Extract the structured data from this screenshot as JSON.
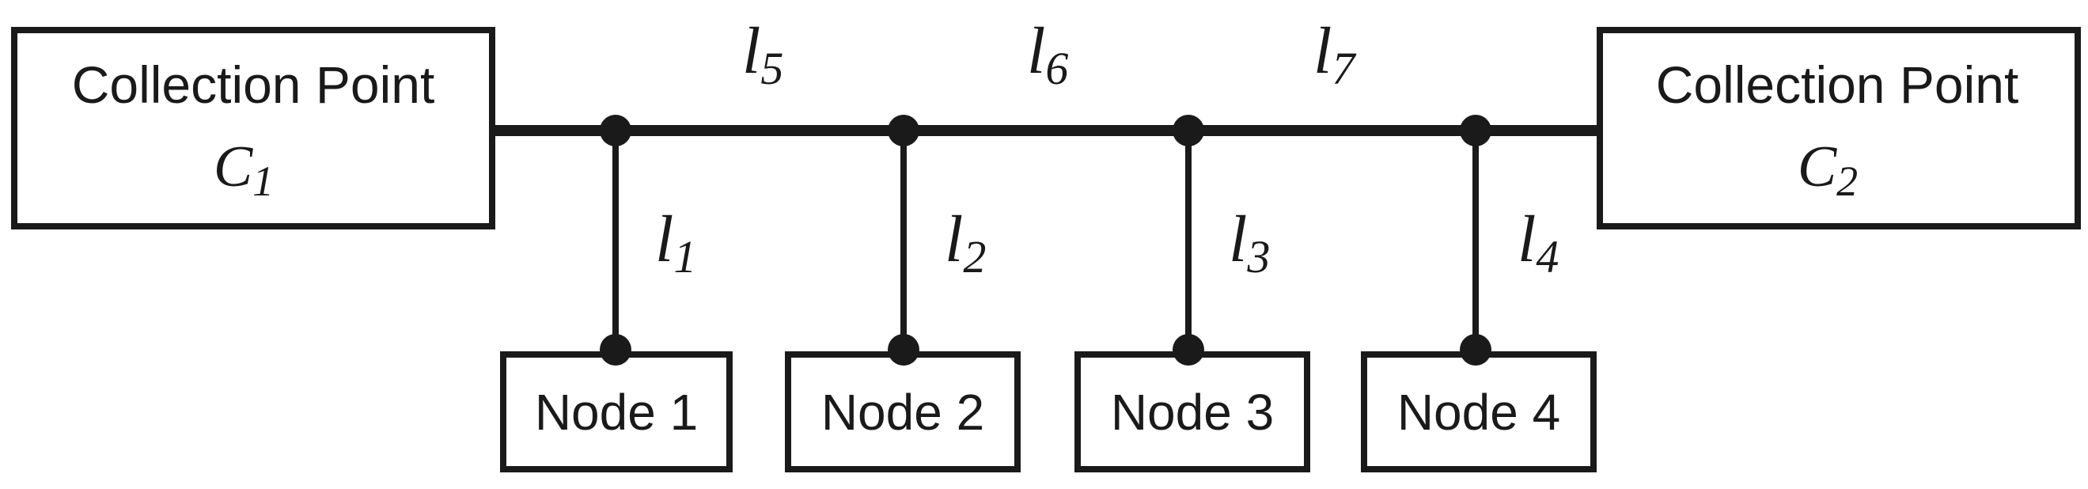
{
  "collection_points": [
    {
      "label": "Collection Point",
      "symbol": "C",
      "subscript": "1"
    },
    {
      "label": "Collection Point",
      "symbol": "C",
      "subscript": "2"
    }
  ],
  "nodes": [
    {
      "label": "Node 1"
    },
    {
      "label": "Node 2"
    },
    {
      "label": "Node 3"
    },
    {
      "label": "Node 4"
    }
  ],
  "trunk_links": [
    {
      "symbol": "l",
      "subscript": "5"
    },
    {
      "symbol": "l",
      "subscript": "6"
    },
    {
      "symbol": "l",
      "subscript": "7"
    }
  ],
  "branch_links": [
    {
      "symbol": "l",
      "subscript": "1"
    },
    {
      "symbol": "l",
      "subscript": "2"
    },
    {
      "symbol": "l",
      "subscript": "3"
    },
    {
      "symbol": "l",
      "subscript": "4"
    }
  ],
  "colors": {
    "stroke": "#1a1a1a",
    "background": "#ffffff"
  }
}
